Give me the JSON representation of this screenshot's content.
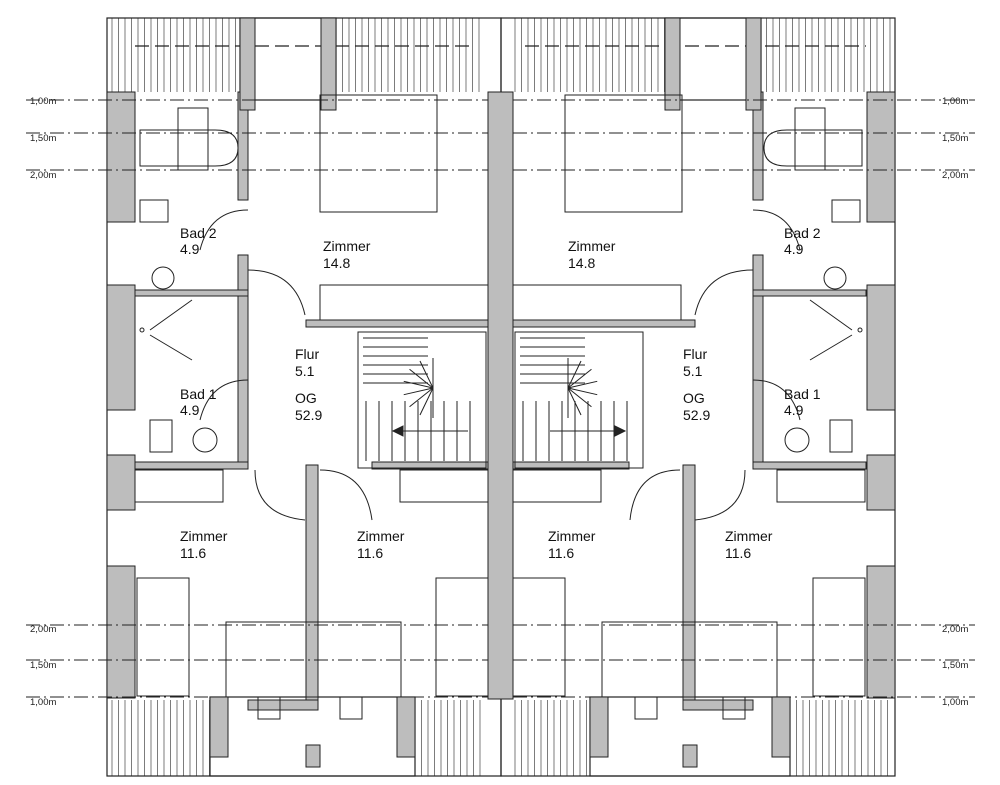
{
  "house_left": {
    "rooms": [
      {
        "id": "zimmer-top",
        "name": "Zimmer",
        "area": "14.8"
      },
      {
        "id": "bad2",
        "name": "Bad 2",
        "area": "4.9"
      },
      {
        "id": "flur",
        "name": "Flur",
        "area": "5.1"
      },
      {
        "id": "og",
        "name": "OG",
        "area": "52.9"
      },
      {
        "id": "bad1",
        "name": "Bad 1",
        "area": "4.9"
      },
      {
        "id": "zimmer-left",
        "name": "Zimmer",
        "area": "11.6"
      },
      {
        "id": "zimmer-mid",
        "name": "Zimmer",
        "area": "11.6"
      }
    ]
  },
  "house_right": {
    "rooms": [
      {
        "id": "zimmer-top",
        "name": "Zimmer",
        "area": "14.8"
      },
      {
        "id": "bad2",
        "name": "Bad 2",
        "area": "4.9"
      },
      {
        "id": "flur",
        "name": "Flur",
        "area": "5.1"
      },
      {
        "id": "og",
        "name": "OG",
        "area": "52.9"
      },
      {
        "id": "bad1",
        "name": "Bad 1",
        "area": "4.9"
      },
      {
        "id": "zimmer-left",
        "name": "Zimmer",
        "area": "11.6"
      },
      {
        "id": "zimmer-mid",
        "name": "Zimmer",
        "area": "11.6"
      }
    ]
  },
  "height_lines": {
    "top": [
      "1,00m",
      "1,50m",
      "2,00m"
    ],
    "bottom": [
      "2,00m",
      "1,50m",
      "1,00m"
    ]
  },
  "colors": {
    "line": "#222222",
    "wall_fill": "#bdbdbd",
    "background": "#ffffff"
  }
}
